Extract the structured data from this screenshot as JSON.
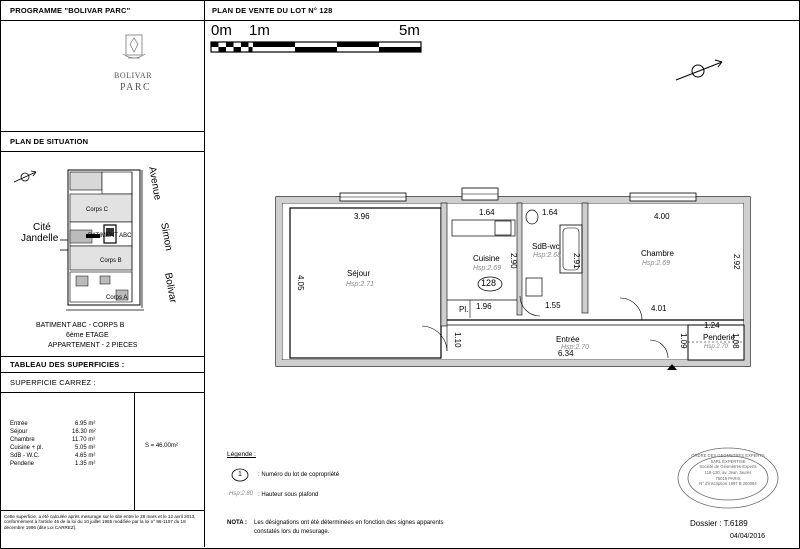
{
  "header": {
    "programme": "PROGRAMME \"BOLIVAR PARC\"",
    "plan_title": "PLAN DE VENTE DU LOT N° 128"
  },
  "logo": {
    "line1": "BOLIVAR",
    "line2": "PARC"
  },
  "situation": {
    "title": "PLAN DE SITUATION",
    "street_avenue": "Avenue",
    "street_simon": "Simon",
    "street_bolivar": "Bolivar",
    "cite": "Cité",
    "jandelle": "Jandelle",
    "corps_c": "Corps C",
    "corps_b": "Corps B",
    "corps_a": "Corps A",
    "batiment_label": "BATIMENT ABC",
    "caption1": "BATIMENT ABC - CORPS B",
    "caption2": "6ème ETAGE",
    "caption3": "APPARTEMENT - 2 PIECES"
  },
  "surfaces": {
    "title": "TABLEAU DES SUPERFICIES :",
    "subtitle": "SUPERFICIE CARREZ :",
    "rows": [
      {
        "name": "Entrée",
        "value": "6.95 m²"
      },
      {
        "name": "Séjour",
        "value": "16.30 m²"
      },
      {
        "name": "Chambre",
        "value": "11.70 m²"
      },
      {
        "name": "Cuisine + pl.",
        "value": "5.05 m²"
      },
      {
        "name": "SdB - W.C.",
        "value": "4.65 m²"
      },
      {
        "name": "Penderie",
        "value": "1.35 m²"
      }
    ],
    "total": "S = 46.00m²",
    "footnote": "Cette superficie, a été calculée après mesurage sur le site entre le 28 mars et le 12 avril 2013, conformément à l'article 46 de la loi du 10 juillet 1965 modifiée par la loi n° 96-1107 du 18 décembre 1996 (dite Loi CARREZ)."
  },
  "scale": {
    "label_0": "0m",
    "label_1": "1m",
    "label_5": "5m"
  },
  "rooms": {
    "sejour": {
      "name": "Séjour",
      "hsp": "Hsp:2.71"
    },
    "cuisine": {
      "name": "Cuisine",
      "hsp": "Hsp:2.69"
    },
    "sdb": {
      "name": "SdB-wc",
      "hsp": "Hsp:2.68"
    },
    "chambre": {
      "name": "Chambre",
      "hsp": "Hsp:2.69"
    },
    "entree": {
      "name": "Entrée",
      "hsp": "Hsp:2.70"
    },
    "penderie": {
      "name": "Penderie",
      "hsp": "Hsp:2.70"
    },
    "placard": {
      "name": "Pl."
    }
  },
  "dimensions": {
    "d396": "3.96",
    "d405": "4.05",
    "d164a": "1.64",
    "d164b": "1.64",
    "d290": "2.90",
    "d291": "2.91",
    "d400": "4.00",
    "d292": "2.92",
    "d196": "1.96",
    "d155": "1.55",
    "d401": "4.01",
    "d124": "1.24",
    "d108": "1.08",
    "d110": "1.10",
    "d109": "1.09",
    "d634": "6.34"
  },
  "lot_number": "128",
  "legend": {
    "title": "Légende :",
    "item1_symbol": "1",
    "item1_text": ": Numéro du lot de copropriété",
    "item2_symbol": "Hsp:2.80",
    "item2_text": ": Hauteur sous plafond"
  },
  "note": {
    "label": "NOTA :",
    "line1": "Les désignations ont été déterminées en fonction des signes apparents",
    "line2": "constatés lors du mesurage."
  },
  "stamp": {
    "line1": "ORDRE DES GEOMETRES EXPERTS",
    "line2": "SARL EXPERTISE",
    "line3": "Société de Géomètres-Experts",
    "line4": "118-130, av. Jean Jaurès",
    "line5": "75019 PARIS",
    "line6": "N° d'inscription 1997 B 200094"
  },
  "dossier": {
    "label": "Dossier : T.6189",
    "date": "04/04/2016"
  }
}
